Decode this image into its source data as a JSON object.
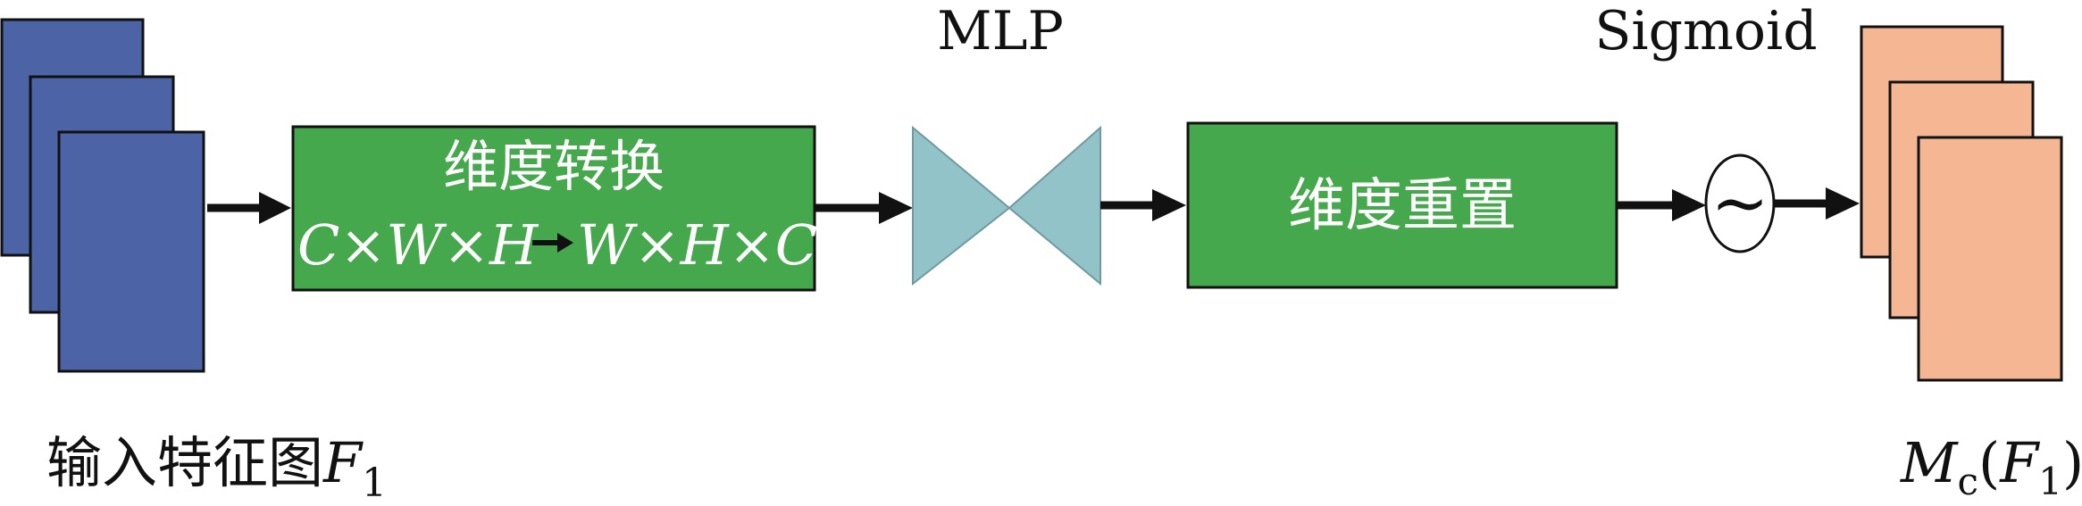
{
  "input_label": "输入特征图",
  "input_symbol": "F",
  "input_subscript": "1",
  "box1_title": "维度转换",
  "box1_formula_left": "C×W×H",
  "box1_formula_right": "W×H×C",
  "mlp_label": "MLP",
  "box2_title": "维度重置",
  "sigmoid_label": "Sigmoid",
  "sigmoid_glyph": "~",
  "output_M": "M",
  "output_sub_c": "c",
  "output_open": "(",
  "output_F": "F",
  "output_sub_1": "1",
  "output_close": ")",
  "colors": {
    "input_sheets": "#4c63a6",
    "output_sheets": "#f4b693",
    "process_boxes": "#45a84c",
    "mlp_bowtie": "#92c3c8"
  }
}
